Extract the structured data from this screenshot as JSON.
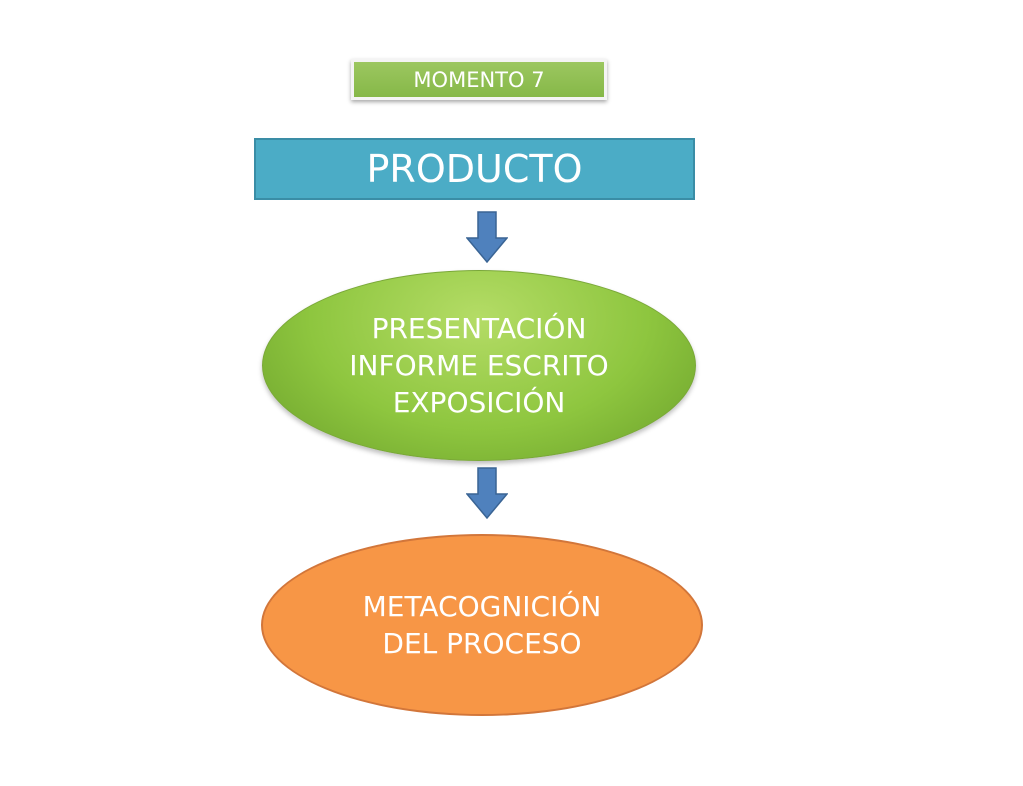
{
  "diagram": {
    "moment_label": "MOMENTO 7",
    "product_label": "PRODUCTO",
    "presentation_lines": [
      "PRESENTACIÓN",
      "INFORME ESCRITO",
      "EXPOSICIÓN"
    ],
    "metacognition_lines": [
      "METACOGNICIÓN",
      "DEL PROCESO"
    ]
  },
  "colors": {
    "moment_fill": "#8fbd50",
    "product_fill": "#4bacc6",
    "presentation_fill": "#8ec63f",
    "metacognition_fill": "#f79646",
    "arrow_fill": "#4f81bd",
    "text": "#ffffff"
  },
  "icons": {
    "arrow_1": "arrow-down-icon",
    "arrow_2": "arrow-down-icon"
  }
}
